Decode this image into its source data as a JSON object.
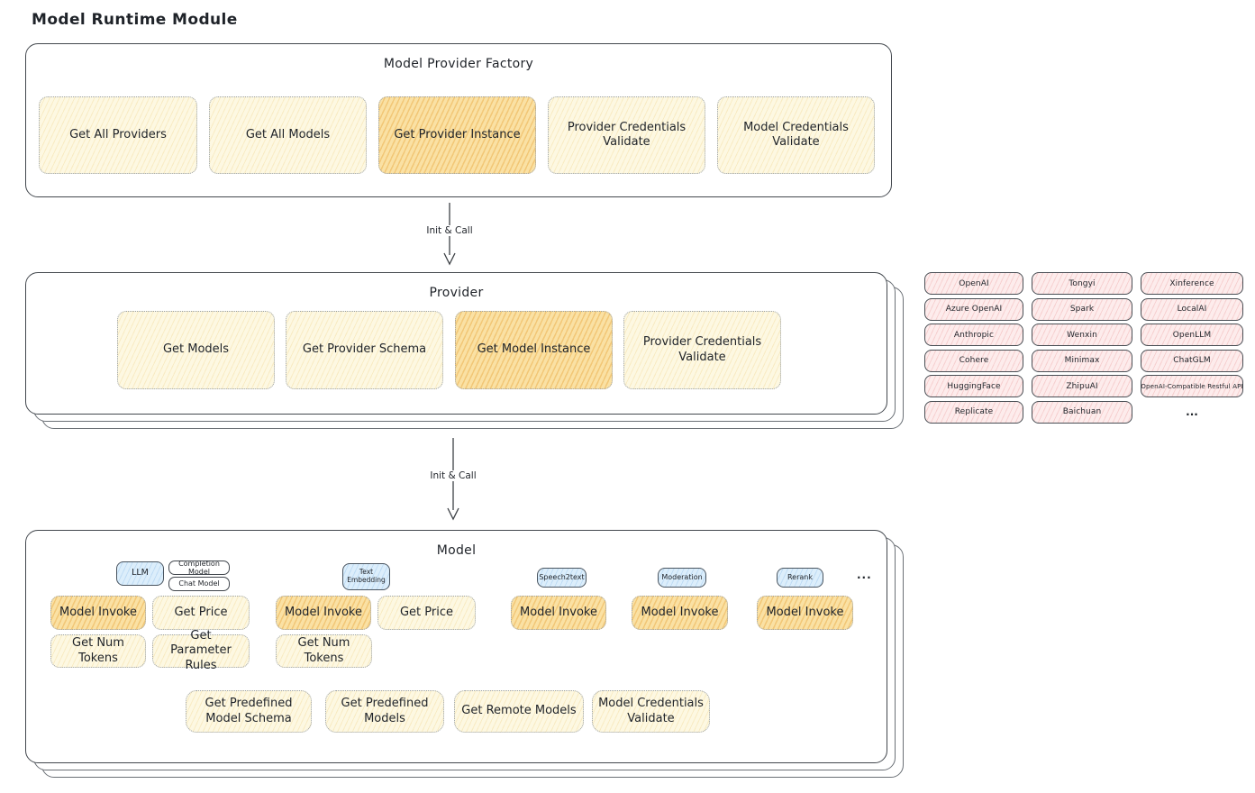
{
  "title": "Model Runtime Module",
  "colors": {
    "box_yellow": "#fdf8e2",
    "box_highlight_orange": "#fae1a4",
    "chip_pink": "#fdecec",
    "tab_blue": "#dceefb",
    "border_dark": "#43484e",
    "border_dotted": "#9aa1a9",
    "text": "#1f2329"
  },
  "factory": {
    "title": "Model Provider Factory",
    "boxes": [
      {
        "label": "Get All Providers",
        "highlight": false
      },
      {
        "label": "Get All Models",
        "highlight": false
      },
      {
        "label": "Get Provider Instance",
        "highlight": true
      },
      {
        "label": "Provider Credentials Validate",
        "highlight": false
      },
      {
        "label": "Model Credentials Validate",
        "highlight": false
      }
    ]
  },
  "arrows": [
    {
      "label": "Init & Call"
    },
    {
      "label": "Init & Call"
    }
  ],
  "provider": {
    "title": "Provider",
    "boxes": [
      {
        "label": "Get Models",
        "highlight": false
      },
      {
        "label": "Get Provider Schema",
        "highlight": false
      },
      {
        "label": "Get Model Instance",
        "highlight": true
      },
      {
        "label": "Provider Credentials Validate",
        "highlight": false
      }
    ]
  },
  "providers": {
    "items": [
      "OpenAI",
      "Tongyi",
      "Xinference",
      "Azure OpenAI",
      "Spark",
      "LocalAI",
      "Anthropic",
      "Wenxin",
      "OpenLLM",
      "Cohere",
      "Minimax",
      "ChatGLM",
      "HuggingFace",
      "ZhipuAI",
      "OpenAI-Compatible Restful API",
      "Replicate",
      "Baichuan"
    ],
    "more_label": "..."
  },
  "model": {
    "title": "Model",
    "tabs": {
      "llm": "LLM",
      "completion_model": "Completion Model",
      "chat_model": "Chat Model",
      "text_embedding": "Text Embedding",
      "speech2text": "Speech2text",
      "moderation": "Moderation",
      "rerank": "Rerank",
      "more": "..."
    },
    "row1": [
      {
        "label": "Model Invoke",
        "highlight": true
      },
      {
        "label": "Get Price",
        "highlight": false
      },
      {
        "label": "Model Invoke",
        "highlight": true
      },
      {
        "label": "Get Price",
        "highlight": false
      },
      {
        "label": "Model Invoke",
        "highlight": true
      },
      {
        "label": "Model Invoke",
        "highlight": true
      },
      {
        "label": "Model Invoke",
        "highlight": true
      }
    ],
    "row2": [
      {
        "label": "Get Num Tokens"
      },
      {
        "label": "Get Parameter Rules"
      },
      {
        "label": "Get Num Tokens"
      }
    ],
    "bottom": [
      {
        "label": "Get Predefined Model Schema"
      },
      {
        "label": "Get Predefined Models"
      },
      {
        "label": "Get Remote Models"
      },
      {
        "label": "Model Credentials Validate"
      }
    ]
  }
}
